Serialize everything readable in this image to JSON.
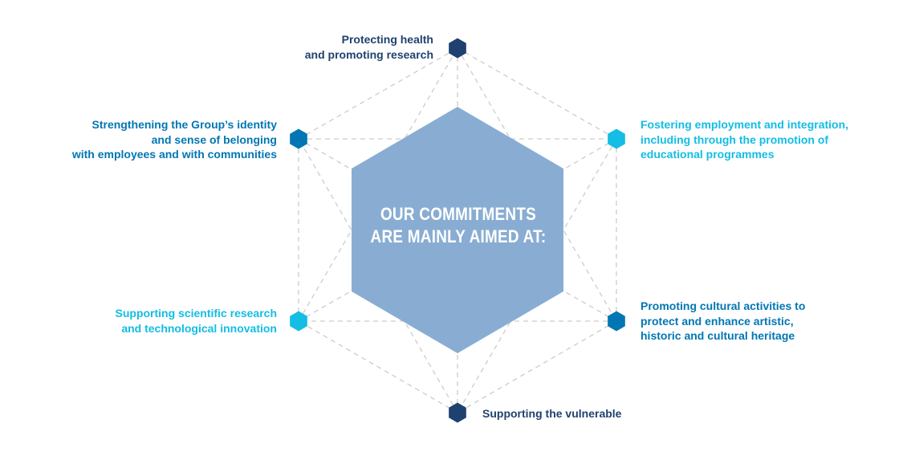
{
  "colors": {
    "center_fill": "#89add2",
    "grid_line": "#cccccc",
    "navy": "#1f416f",
    "blue": "#0276b3",
    "cyan": "#13bde4",
    "white": "#ffffff"
  },
  "center": {
    "lines": [
      "OUR COMMITMENTS",
      "ARE MAINLY AIMED AT:"
    ]
  },
  "commitments": [
    {
      "id": "protecting-health",
      "lines": [
        "Protecting health",
        "and promoting research"
      ],
      "color": "#1f416f",
      "position": "top"
    },
    {
      "id": "fostering-employment",
      "lines": [
        "Fostering employment and integration,",
        "including through the promotion of",
        "educational programmes"
      ],
      "color": "#13bde4",
      "position": "upper-right"
    },
    {
      "id": "promoting-cultural",
      "lines": [
        "Promoting cultural activities to",
        "protect and enhance artistic,",
        "historic and cultural heritage"
      ],
      "color": "#0276b3",
      "position": "lower-right"
    },
    {
      "id": "supporting-vulnerable",
      "lines": [
        "Supporting the vulnerable"
      ],
      "color": "#1f416f",
      "position": "bottom"
    },
    {
      "id": "supporting-research",
      "lines": [
        "Supporting scientific research",
        "and technological innovation"
      ],
      "color": "#13bde4",
      "position": "lower-left"
    },
    {
      "id": "strengthening-identity",
      "lines": [
        "Strengthening the Group’s identity",
        "and sense of belonging",
        "with employees and with communities"
      ],
      "color": "#0276b3",
      "position": "upper-left"
    }
  ]
}
